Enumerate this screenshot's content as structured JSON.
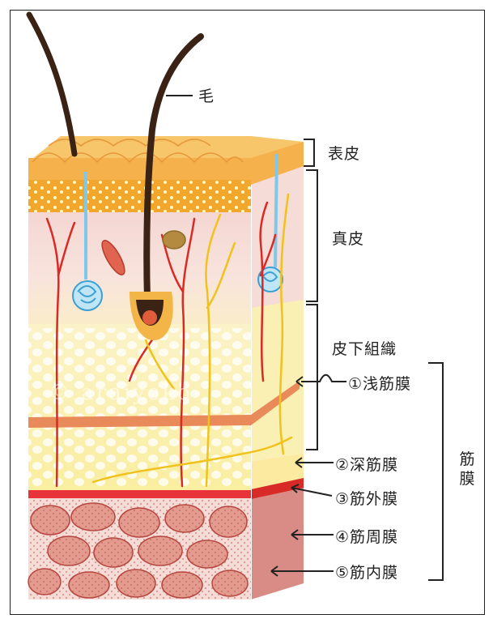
{
  "labels": {
    "hair": "毛",
    "epidermis": "表皮",
    "dermis": "真皮",
    "subcutaneous": "皮下組織",
    "fascia1": "①浅筋膜",
    "fascia2": "②深筋膜",
    "fascia3": "③筋外膜",
    "fascia4": "④筋周膜",
    "fascia5": "⑤筋内膜",
    "fascia_group": "筋膜"
  },
  "watermark": "© araiyoko",
  "colors": {
    "epidermis": "#f2b04a",
    "dermis": "#f6d9d4",
    "fat": "#fbeeb0",
    "muscle": "#d98b86",
    "vessel": "#d82a26",
    "nerve": "#f0c21d",
    "sweat_gland": "#7ec8ec",
    "hair": "#3a2214"
  }
}
